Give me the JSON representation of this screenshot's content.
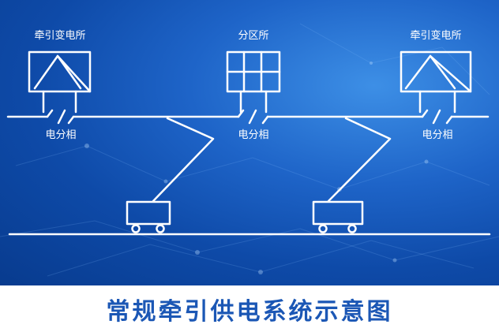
{
  "labels": {
    "substation_left": "牵引变电所",
    "section_post": "分区所",
    "substation_right": "牵引变电所",
    "phase_break_left": "电分相",
    "phase_break_middle": "电分相",
    "phase_break_right": "电分相"
  },
  "caption": "常规牵引供电系统示意图",
  "colors": {
    "background_dark": "#0a3f96",
    "background_light": "#3d8fe6",
    "line": "#ffffff",
    "caption_text": "#1b57b5"
  }
}
